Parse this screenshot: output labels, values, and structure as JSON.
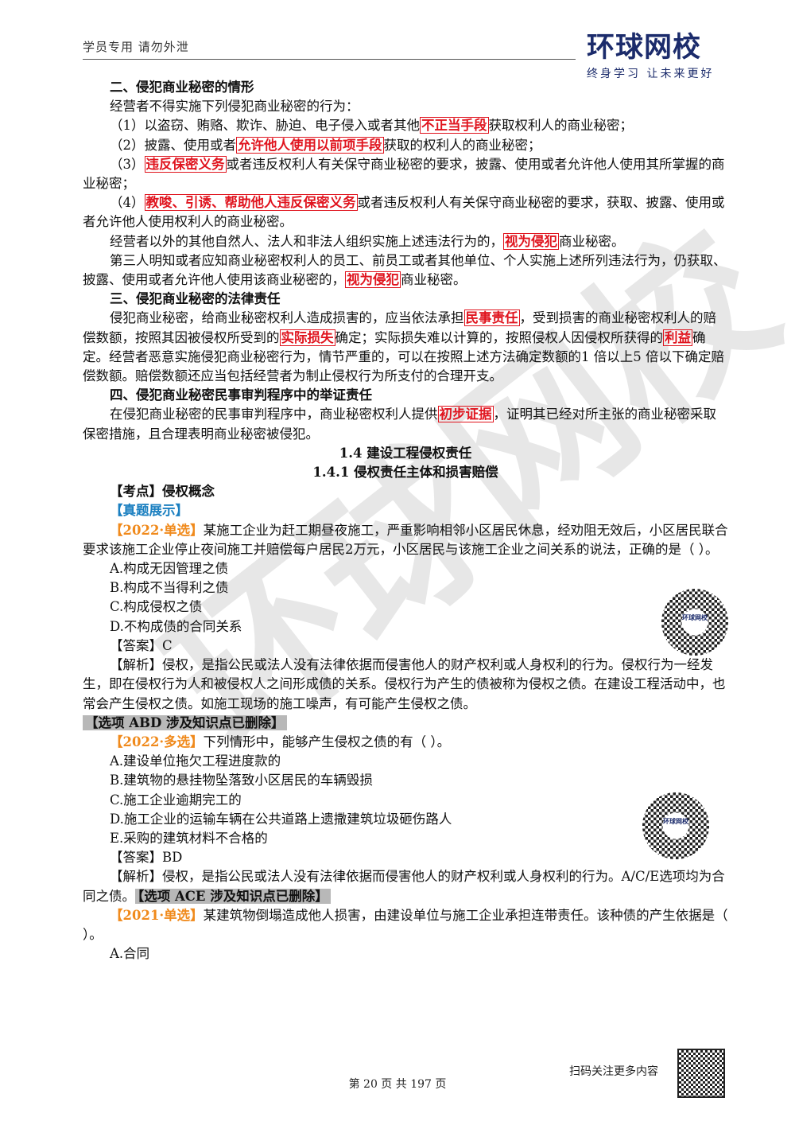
{
  "header": {
    "left_text": "学员专用 请勿外泄",
    "logo_main": "环球网校",
    "logo_sub": "终身学习 让未来更好",
    "watermark": "环球网校"
  },
  "s2": {
    "heading": "二、侵犯商业秘密的情形",
    "intro": "经营者不得实施下列侵犯商业秘密的行为：",
    "i1_pre": "（1）以盗窃、贿赂、欺诈、胁迫、电子侵入或者其他",
    "i1_box": "不正当手段",
    "i1_post": "获取权利人的商业秘密；",
    "i2_pre": "（2）披露、使用或者",
    "i2_box": "允许他人使用以前项手段",
    "i2_post": "获取的权利人的商业秘密；",
    "i3_pre": "（3）",
    "i3_box": "违反保密义务",
    "i3_post": "或者违反权利人有关保守商业秘密的要求，披露、使用或者允许他人使用其所掌握的商业秘密；",
    "i4_pre": "（4）",
    "i4_box": "教唆、引诱、帮助他人违反保密义务",
    "i4_post": "或者违反权利人有关保守商业秘密的要求，获取、披露、使用或者允许他人使用权利人的商业秘密。",
    "p1_pre": "经营者以外的其他自然人、法人和非法人组织实施上述违法行为的，",
    "p1_box": "视为侵犯",
    "p1_post": "商业秘密。",
    "p2_pre": "第三人明知或者应知商业秘密权利人的员工、前员工或者其他单位、个人实施上述所列违法行为，仍获取、披露、使用或者允许他人使用该商业秘密的，",
    "p2_box": "视为侵犯",
    "p2_post": "商业秘密。"
  },
  "s3": {
    "heading": "三、侵犯商业秘密的法律责任",
    "t1": "侵犯商业秘密，给商业秘密权利人造成损害的，应当依法承担",
    "b1": "民事责任",
    "t2": "，受到损害的商业秘密权利人的赔偿数额，按照其因被侵权所受到的",
    "b2": "实际损失",
    "t3": "确定；实际损失难以计算的，按照侵权人因侵权所获得的",
    "b3": "利益",
    "t4": "确定。经营者恶意实施侵犯商业秘密行为，情节严重的，可以在按照上述方法确定数额的1 倍以上5 倍以下确定赔偿数额。赔偿数额还应当包括经营者为制止侵权行为所支付的合理开支。"
  },
  "s4": {
    "heading": "四、侵犯商业秘密民事审判程序中的举证责任",
    "t1": "在侵犯商业秘密的民事审判程序中，商业秘密权利人提供",
    "b1": "初步证据",
    "t2": "，证明其已经对所主张的商业秘密采取保密措施，且合理表明商业秘密被侵犯。"
  },
  "section": {
    "title1": "1.4 建设工程侵权责任",
    "title2": "1.4.1 侵权责任主体和损害赔偿",
    "kaodian": "【考点】侵权概念",
    "zhenti": "【真题展示】"
  },
  "q1": {
    "tag": "【2022·单选】",
    "stem": "某施工企业为赶工期昼夜施工，严重影响相邻小区居民休息，经劝阻无效后，小区居民联合要求该施工企业停止夜间施工并赔偿每户居民2万元，小区居民与该施工企业之间关系的说法，正确的是（ ）。",
    "options": [
      "A.构成无因管理之债",
      "B.构成不当得利之债",
      "C.构成侵权之债",
      "D.不构成债的合同关系"
    ],
    "answer": "【答案】C",
    "analysis": "【解析】侵权，是指公民或法人没有法律依据而侵害他人的财产权利或人身权利的行为。侵权行为一经发生，即在侵权行为人和被侵权人之间形成债的关系。侵权行为产生的债被称为侵权之债。在建设工程活动中，也常会产生侵权之债。如施工现场的施工噪声，有可能产生侵权之债。",
    "note": "【选项 ABD 涉及知识点已删除】"
  },
  "q2": {
    "tag": "【2022·多选】",
    "stem": "下列情形中，能够产生侵权之债的有（ ）。",
    "options": [
      "A.建设单位拖欠工程进度款的",
      "B.建筑物的悬挂物坠落致小区居民的车辆毁损",
      "C.施工企业逾期完工的",
      "D.施工企业的运输车辆在公共道路上遗撒建筑垃圾砸伤路人",
      "E.采购的建筑材料不合格的"
    ],
    "answer": "【答案】BD",
    "analysis": "【解析】侵权，是指公民或法人没有法律依据而侵害他人的财产权利或人身权利的行为。A/C/E选项均为合同之债。",
    "note": "【选项 ACE 涉及知识点已删除】"
  },
  "q3": {
    "tag": "【2021·单选】",
    "stem": "某建筑物倒塌造成他人损害，由建设单位与施工企业承担连带责任。该种债的产生依据是（ ）。",
    "options": [
      "A.合同"
    ]
  },
  "qr": {
    "label": "环球网校"
  },
  "footer": {
    "scan": "扫码关注更多内容",
    "page": "第 20 页 共 197 页"
  }
}
